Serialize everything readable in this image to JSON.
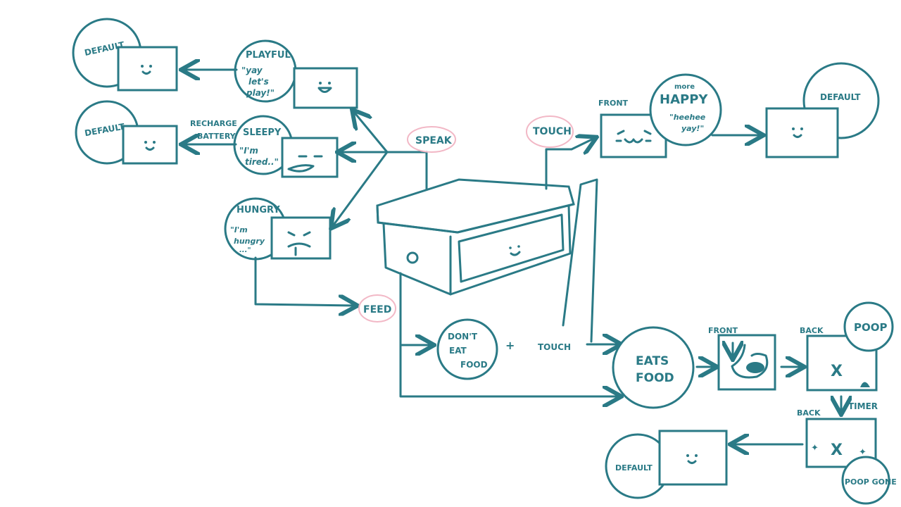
{
  "labels": {
    "default": "DEFAULT",
    "playful": "PLAYFUL",
    "playful_quote_1": "\"yay",
    "playful_quote_2": "let's",
    "playful_quote_3": "play!\"",
    "sleepy": "SLEEPY",
    "sleepy_quote_1": "\"I'm",
    "sleepy_quote_2": "tired..\"",
    "hungry": "HUNGRY",
    "hungry_quote_1": "\"I'm",
    "hungry_quote_2": "hungry",
    "hungry_quote_3": "...\"",
    "recharge_1": "RECHARGE",
    "recharge_2": "BATTERY",
    "speak": "SPEAK",
    "touch": "TOUCH",
    "feed": "FEED",
    "front": "FRONT",
    "more": "more",
    "happy": "HAPPY",
    "happy_quote_1": "\"heehee",
    "happy_quote_2": "yay!\"",
    "dont_eat_1": "DON'T",
    "dont_eat_2": "EAT",
    "dont_eat_3": "FOOD",
    "plus": "+",
    "touch_small": "TOUCH",
    "eats_1": "EATS",
    "eats_2": "FOOD",
    "back": "BACK",
    "poop": "POOP",
    "timer": "TIMER",
    "poop_gone": "POOP GONE"
  },
  "faces": {
    "smile": "◡",
    "x_mark": "X",
    "sparkle": "✦"
  },
  "colors": {
    "ink": "#2a7a86",
    "highlight": "#f2b8c6"
  }
}
